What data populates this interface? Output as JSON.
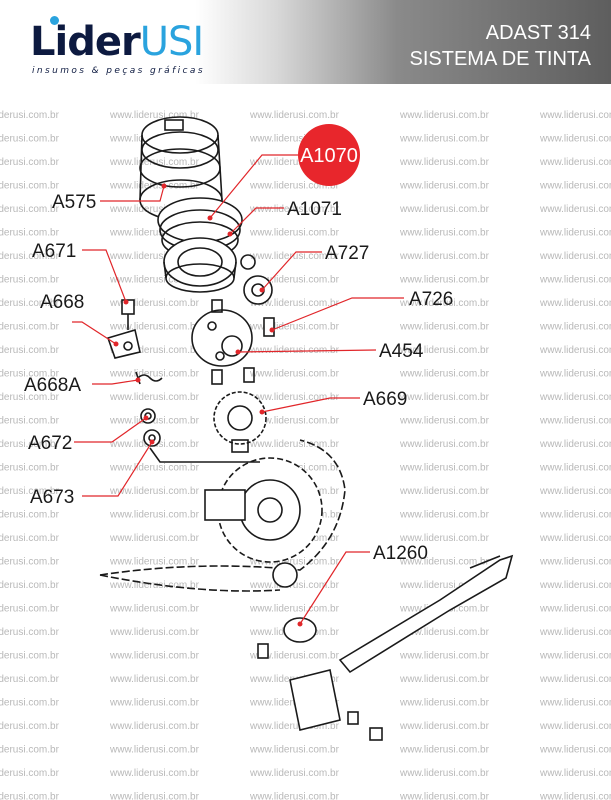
{
  "header": {
    "logo_main": "Lider",
    "logo_accent": "USI",
    "tagline": "insumos & peças gráficas",
    "title_line1": "ADAST 314",
    "title_line2": "SISTEMA DE TINTA"
  },
  "watermark": "www.liderusi.com.br",
  "parts": {
    "a1070": "A1070",
    "a575": "A575",
    "a1071": "A1071",
    "a671": "A671",
    "a727": "A727",
    "a668": "A668",
    "a726": "A726",
    "a454": "A454",
    "a668a": "A668A",
    "a669": "A669",
    "a672": "A672",
    "a673": "A673",
    "a1260": "A1260"
  },
  "colors": {
    "highlight": "#e8262c",
    "leader": "#e1262a",
    "logo_dark": "#0d1a40",
    "logo_accent": "#2aa3de"
  }
}
